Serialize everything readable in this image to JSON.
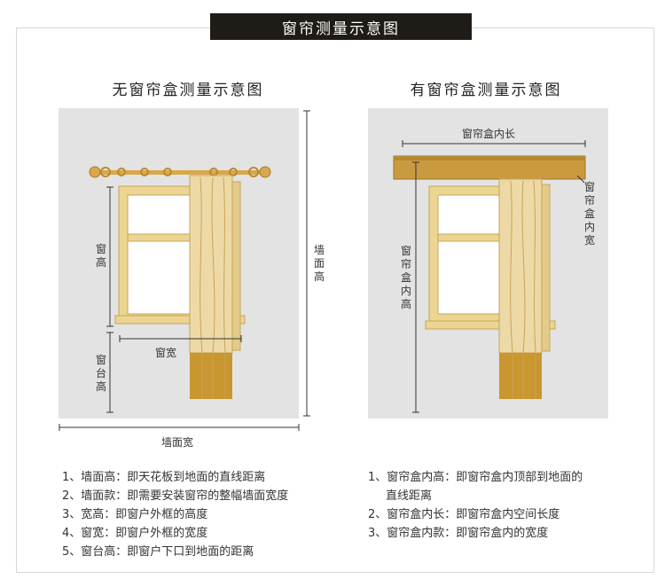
{
  "header": {
    "title": "窗帘测量示意图"
  },
  "left_diagram": {
    "title": "无窗帘盒测量示意图",
    "labels": {
      "window_height": "窗高",
      "window_width": "窗宽",
      "sill_height": "窗台高",
      "wall_height": "墙面高",
      "wall_width": "墙面宽"
    },
    "notes": [
      "1、墙面高：即天花板到地面的直线距离",
      "2、墙面款：即需要安装窗帘的整幅墙面宽度",
      "3、宽高：即窗户外框的高度",
      "4、窗宽：即窗户外框的宽度",
      "5、窗台高：即窗户下口到地面的距离"
    ]
  },
  "right_diagram": {
    "title": "有窗帘盒测量示意图",
    "labels": {
      "box_inner_length": "窗帘盒内长",
      "box_inner_width": "窗帘盒内宽",
      "box_inner_height": "窗帘盒内高"
    },
    "notes": [
      "1、窗帘盒内高：即窗帘盒内顶部到地面的",
      "直线距离",
      "2、窗帘盒内长：即窗帘盒内空间长度",
      "3、窗帘盒内款：即窗帘盒内的宽度"
    ]
  },
  "colors": {
    "panel": "#e3e3e3",
    "curtain_light": "#ecd9a6",
    "curtain_dark": "#c9962f",
    "frame_wood": "#ecd592",
    "rod_gold": "#d9a84b",
    "box_wood": "#c99a3f",
    "title_bar": "#1f1b17"
  }
}
